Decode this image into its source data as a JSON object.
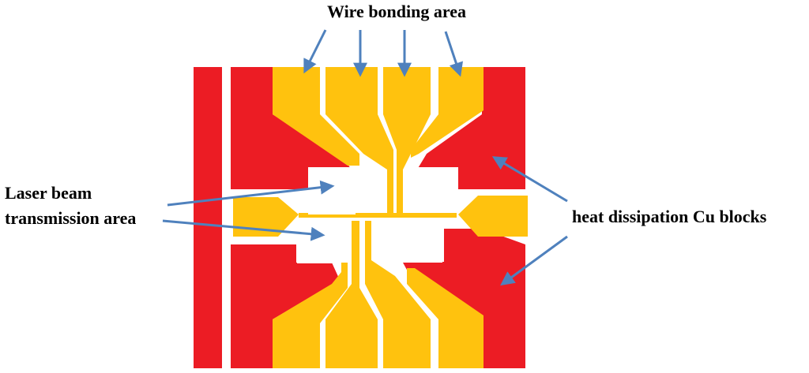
{
  "labels": {
    "wire_bonding": "Wire bonding area",
    "laser_line1": "Laser beam",
    "laser_line2": "transmission area",
    "heat": "heat dissipation Cu blocks"
  },
  "colors": {
    "copper_block": "#EC1C24",
    "bond_pad": "#FFC20E",
    "window": "#FFFFFF",
    "arrow": "#4F81BD",
    "text": "#000000"
  }
}
